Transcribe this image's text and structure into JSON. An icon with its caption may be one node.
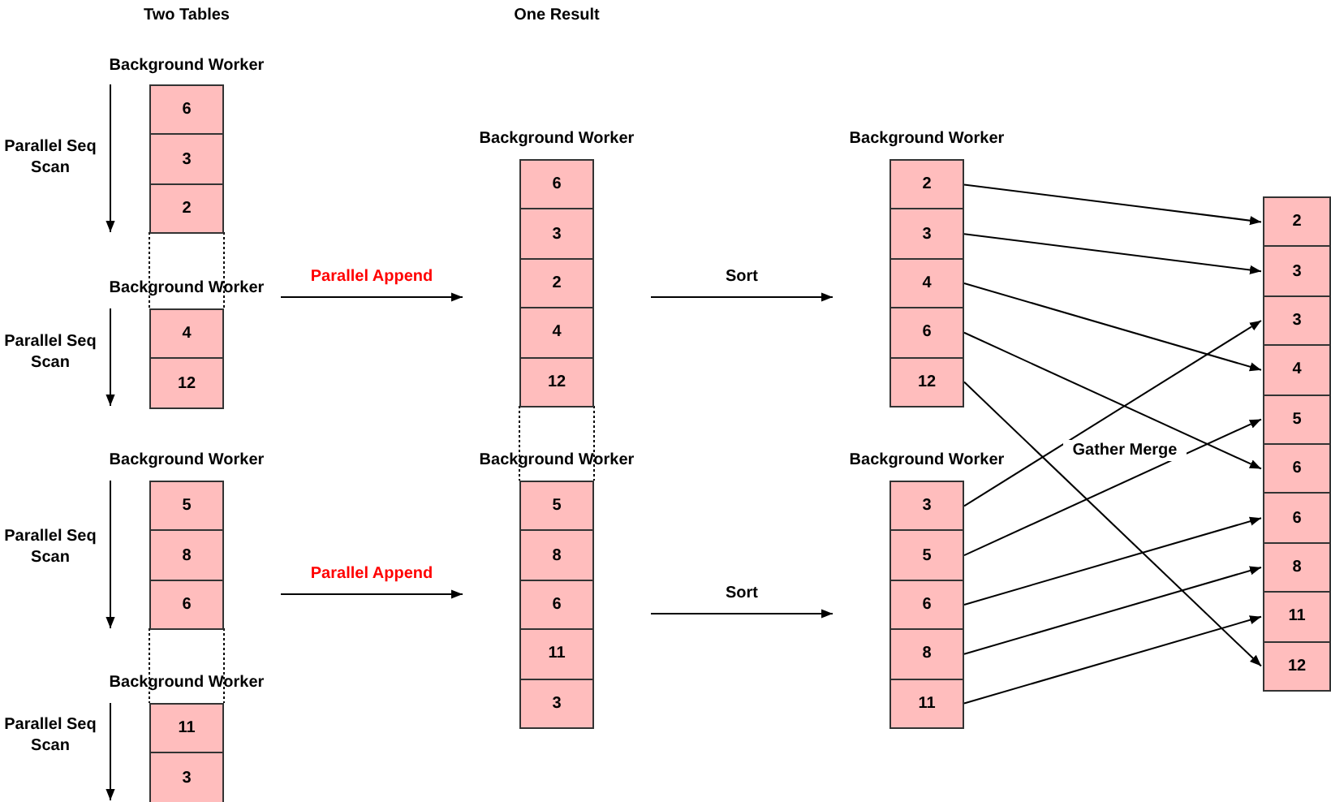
{
  "diagram": {
    "nodes": [
      {
        "text": [
          "Background Worker"
        ]
      },
      {
        "text": [
          "6"
        ],
        "in": 0
      },
      {
        "text": [
          "3"
        ],
        "in": 0
      },
      {
        "text": [
          "2"
        ],
        "in": 0
      },
      {
        "text": [
          "Background Worker"
        ]
      },
      {
        "text": [
          "4"
        ],
        "in": 4
      },
      {
        "text": [
          "12"
        ],
        "in": 4
      },
      {
        "text": [
          "Background Worker"
        ]
      },
      {
        "text": [
          "5"
        ],
        "in": 7
      },
      {
        "text": [
          "8"
        ],
        "in": 7
      },
      {
        "text": [
          "6"
        ],
        "in": 7
      },
      {
        "text": [
          "Background Worker"
        ]
      },
      {
        "text": [
          "11"
        ],
        "in": 11
      },
      {
        "text": [
          "3"
        ],
        "in": 11
      },
      {
        "text": [
          "Background Worker"
        ]
      },
      {
        "text": [
          "6"
        ],
        "in": 14
      },
      {
        "text": [
          "3"
        ],
        "in": 14
      },
      {
        "text": [
          "2"
        ],
        "in": 14
      },
      {
        "text": [
          "4"
        ],
        "in": 14
      },
      {
        "text": [
          "12"
        ],
        "in": 14
      },
      {
        "text": [
          "Background Worker"
        ]
      },
      {
        "text": [
          "5"
        ],
        "in": 20
      },
      {
        "text": [
          "8"
        ],
        "in": 20
      },
      {
        "text": [
          "6"
        ],
        "in": 20
      },
      {
        "text": [
          "11"
        ],
        "in": 20
      },
      {
        "text": [
          "3"
        ],
        "in": 20
      },
      {
        "text": [
          "Background Worker"
        ]
      },
      {
        "text": [
          "2"
        ],
        "in": 26
      },
      {
        "text": [
          "3"
        ],
        "in": 26
      },
      {
        "text": [
          "4"
        ],
        "in": 26
      },
      {
        "text": [
          "6"
        ],
        "in": 26
      },
      {
        "text": [
          "12"
        ],
        "in": 26
      },
      {
        "text": [
          "Background Worker"
        ]
      },
      {
        "text": [
          "3"
        ],
        "in": 32
      },
      {
        "text": [
          "5"
        ],
        "in": 32
      },
      {
        "text": [
          "6"
        ],
        "in": 32
      },
      {
        "text": [
          "8"
        ],
        "in": 32
      },
      {
        "text": [
          "11"
        ],
        "in": 32
      },
      {
        "text": [
          "2"
        ]
      },
      {
        "text": [
          "3"
        ]
      },
      {
        "text": [
          "3"
        ]
      },
      {
        "text": [
          "4"
        ]
      },
      {
        "text": [
          "5"
        ]
      },
      {
        "text": [
          "6"
        ]
      },
      {
        "text": [
          "6"
        ]
      },
      {
        "text": [
          "8"
        ]
      },
      {
        "text": [
          "11"
        ]
      },
      {
        "text": [
          "12"
        ]
      }
    ],
    "edges": [
      {
        "from": 4,
        "to": 14,
        "arrow": "to",
        "label": "Parallel Append"
      },
      {
        "from": 7,
        "to": 20,
        "arrow": "to",
        "label": "Parallel Append"
      },
      {
        "from": 14,
        "to": 26,
        "arrow": "to",
        "label": "Sort"
      },
      {
        "from": 20,
        "to": 32,
        "arrow": "to",
        "label": "Sort"
      },
      {
        "from": 27,
        "to": 38,
        "arrow": "to"
      },
      {
        "from": 28,
        "to": 39,
        "arrow": "to"
      },
      {
        "from": 29,
        "to": 41,
        "arrow": "to"
      },
      {
        "from": 30,
        "to": 43,
        "arrow": "to"
      },
      {
        "from": 31,
        "to": 47,
        "arrow": "to"
      },
      {
        "from": 33,
        "to": 40,
        "arrow": "to"
      },
      {
        "from": 34,
        "to": 42,
        "arrow": "to"
      },
      {
        "from": 35,
        "to": 44,
        "arrow": "to"
      },
      {
        "from": 36,
        "to": 45,
        "arrow": "to"
      },
      {
        "from": 37,
        "to": 46,
        "arrow": "to"
      }
    ],
    "labels": [
      "Two Tables",
      "One Result",
      "Parallel Seq Scan",
      "Parallel Seq Scan",
      "Parallel Seq Scan",
      "Parallel Seq Scan",
      "Gather Merge"
    ]
  }
}
